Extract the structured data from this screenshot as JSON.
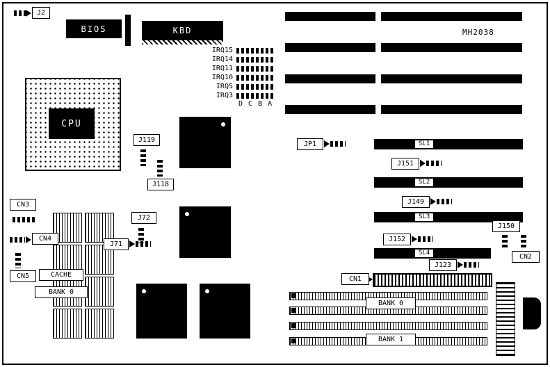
{
  "board": {
    "part_number": "MH2038"
  },
  "chips": {
    "bios": "BIOS",
    "kbd": "KBD",
    "cpu": "CPU",
    "cache": "CACHE"
  },
  "memory": {
    "bank0_left": "BANK 0",
    "bank0_right": "BANK 0",
    "bank1_right": "BANK 1"
  },
  "slots": {
    "sl1": "SL1",
    "sl2": "SL2",
    "sl3": "SL3",
    "sl4": "SL4"
  },
  "connectors": {
    "j2": "J2",
    "jp1": "JP1",
    "j71": "J71",
    "j72": "J72",
    "j118": "J118",
    "j119": "J119",
    "j123": "J123",
    "j149": "J149",
    "j150": "J150",
    "j151": "J151",
    "j152": "J152",
    "cn1": "CN1",
    "cn2": "CN2",
    "cn3": "CN3",
    "cn4": "CN4",
    "cn5": "CN5"
  },
  "irq": {
    "rows": [
      "IRQ15",
      "IRQ14",
      "IRQ11",
      "IRQ10",
      "IRQ5",
      "IRQ3"
    ],
    "columns": "D C B A"
  }
}
